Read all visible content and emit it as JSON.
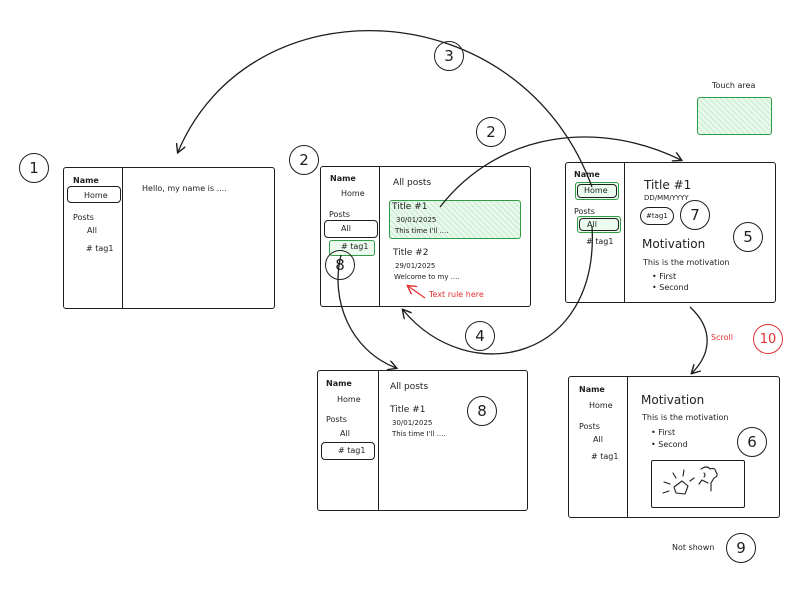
{
  "screen1": {
    "name_label": "Name",
    "home": "Home",
    "posts_label": "Posts",
    "all": "All",
    "tag": "# tag1",
    "content": "Hello, my name is ...."
  },
  "screen2": {
    "name_label": "Name",
    "home": "Home",
    "posts_label": "Posts",
    "all": "All",
    "tag": "# tag1",
    "heading": "All posts",
    "post1": {
      "title": "Title #1",
      "date": "30/01/2025",
      "excerpt": "This time I'll ...."
    },
    "post2": {
      "title": "Title #2",
      "date": "29/01/2025",
      "excerpt": "Welcome to my ...."
    },
    "annotation": "Text rule here"
  },
  "screen3": {
    "name_label": "Name",
    "home": "Home",
    "posts_label": "Posts",
    "all": "All",
    "tag": "# tag1",
    "title": "Title #1",
    "date": "DD/MM/YYYY",
    "tag_chip": "#tag1",
    "section": "Motivation",
    "body": "This is the motivation",
    "bullets": [
      "First",
      "Second"
    ]
  },
  "screen4": {
    "name_label": "Name",
    "home": "Home",
    "posts_label": "Posts",
    "all": "All",
    "tag": "# tag1",
    "heading": "All posts",
    "post1": {
      "title": "Title #1",
      "date": "30/01/2025",
      "excerpt": "This time I'll ...."
    }
  },
  "screen5": {
    "name_label": "Name",
    "home": "Home",
    "posts_label": "Posts",
    "all": "All",
    "tag": "# tag1",
    "section": "Motivation",
    "body": "This is the motivation",
    "bullets": [
      "First",
      "Second"
    ]
  },
  "legend": {
    "touch_area": "Touch area",
    "not_shown": "Not shown",
    "scroll": "Scroll"
  },
  "markers": {
    "m1": "1",
    "m2": "2",
    "m2b": "2",
    "m3": "3",
    "m4": "4",
    "m5": "5",
    "m6": "6",
    "m7": "7",
    "m8": "8",
    "m8b": "8",
    "m9": "9",
    "m10": "10"
  },
  "colors": {
    "stroke": "#1e1e1e",
    "green": "#2f9e44",
    "red": "#e03131"
  }
}
